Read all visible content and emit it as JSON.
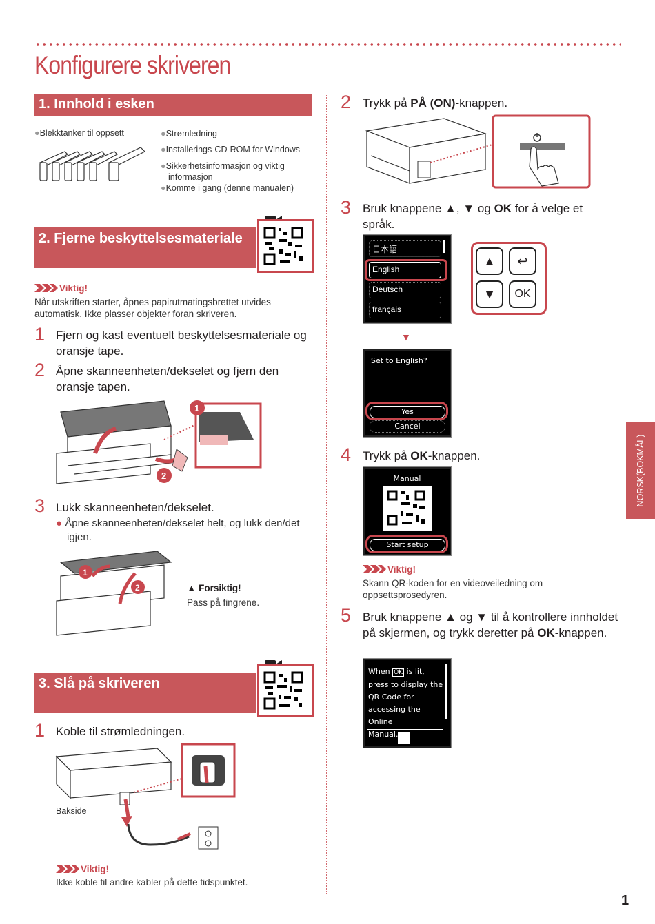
{
  "page_title": "Konfigurere skriveren",
  "section1": {
    "heading": "1. Innhold i esken",
    "items_left": [
      "Blekktanker til oppsett"
    ],
    "items_right": [
      "Strømledning",
      "Installerings-CD-ROM for Windows",
      "Sikkerhetsinformasjon og viktig informasjon",
      "Komme i gang (denne manualen)"
    ]
  },
  "section2": {
    "heading": "2. Fjerne beskyttelsesmateriale",
    "important_label": "Viktig!",
    "important_text": "Når utskriften starter, åpnes papirutmatingsbrettet utvides automatisk. Ikke plasser objekter foran skriveren.",
    "step1_num": "1",
    "step1_text": "Fjern og kast eventuelt beskyttelsesmateriale og oransje tape.",
    "step2_num": "2",
    "step2_text": "Åpne skanneenheten/dekselet og fjern den oransje tapen.",
    "step3_num": "3",
    "step3_text": "Lukk skanneenheten/dekselet.",
    "step3_sub": "Åpne skanneenheten/dekselet helt, og lukk den/det igjen.",
    "caution_label": "Forsiktig!",
    "caution_text": "Pass på fingrene.",
    "callout1": "1",
    "callout2": "2"
  },
  "section3": {
    "heading": "3. Slå på skriveren",
    "step1_num": "1",
    "step1_text": "Koble til strømledningen.",
    "rear_label": "Bakside",
    "important_label": "Viktig!",
    "important_text": "Ikke koble til andre kabler på dette tidspunktet."
  },
  "right": {
    "step2_num": "2",
    "step2_pre": "Trykk på ",
    "step2_bold": "PÅ (ON)",
    "step2_post": "-knappen.",
    "step3_num": "3",
    "step3_pre": "Bruk knappene ",
    "step3_mid": " og ",
    "step3_ok": "OK",
    "step3_post": " for å velge et språk.",
    "languages": [
      "日本語",
      "English",
      "Deutsch",
      "français"
    ],
    "confirm_q": "Set to English?",
    "confirm_yes": "Yes",
    "confirm_cancel": "Cancel",
    "ok_btn": "OK",
    "step4_num": "4",
    "step4_pre": "Trykk på ",
    "step4_bold": "OK",
    "step4_post": "-knappen.",
    "manual_label": "Manual",
    "start_setup": "Start setup",
    "important_label": "Viktig!",
    "important_text": "Skann QR-koden for en videoveiledning om oppsettsprosedyren.",
    "step5_num": "5",
    "step5_pre": "Bruk knappene ",
    "step5_mid": " og ",
    "step5_post": " til å kontrollere innholdet på skjermen, og trykk deretter på ",
    "step5_ok": "OK",
    "step5_end": "-knappen.",
    "screen5_lines": [
      "When",
      "is lit,",
      "press to display the",
      "QR Code for",
      "accessing the Online",
      "Manual."
    ],
    "screen5_ok": "OK"
  },
  "side_tab": "NORSK(BOKMÅL)",
  "page_number": "1",
  "colors": {
    "accent": "#c8474e",
    "header_bg": "#c8575b"
  }
}
